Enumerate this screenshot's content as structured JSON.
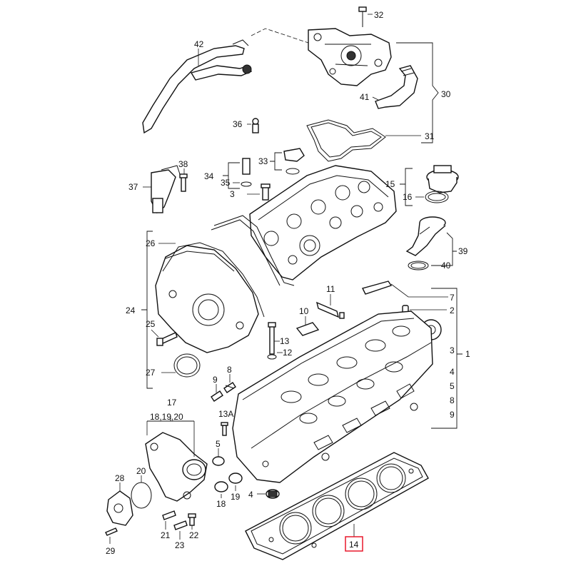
{
  "colors": {
    "line": "#111111",
    "highlight_box": "#e8192c",
    "background": "#ffffff"
  },
  "callouts": {
    "c1": "1",
    "c2": "2",
    "c3": "3",
    "c3b": "3",
    "c4": "4",
    "c4b": "4",
    "c5": "5",
    "c5b": "5",
    "c7": "7",
    "c8": "8",
    "c8b": "8",
    "c9": "9",
    "c9b": "9",
    "c10": "10",
    "c11": "11",
    "c12": "12",
    "c13": "13",
    "c13a": "13A",
    "c14": "14",
    "c15": "15",
    "c16": "16",
    "c17": "17",
    "c17sub": "18,19,20",
    "c18": "18",
    "c19": "19",
    "c20": "20",
    "c21": "21",
    "c22": "22",
    "c23": "23",
    "c24": "24",
    "c25": "25",
    "c26": "26",
    "c27": "27",
    "c28": "28",
    "c29": "29",
    "c30": "30",
    "c31": "31",
    "c32": "32",
    "c33": "33",
    "c34": "34",
    "c35": "35",
    "c36": "36",
    "c37": "37",
    "c38": "38",
    "c39": "39",
    "c40": "40",
    "c41": "41",
    "c42": "42"
  },
  "highlighted_part": "14"
}
